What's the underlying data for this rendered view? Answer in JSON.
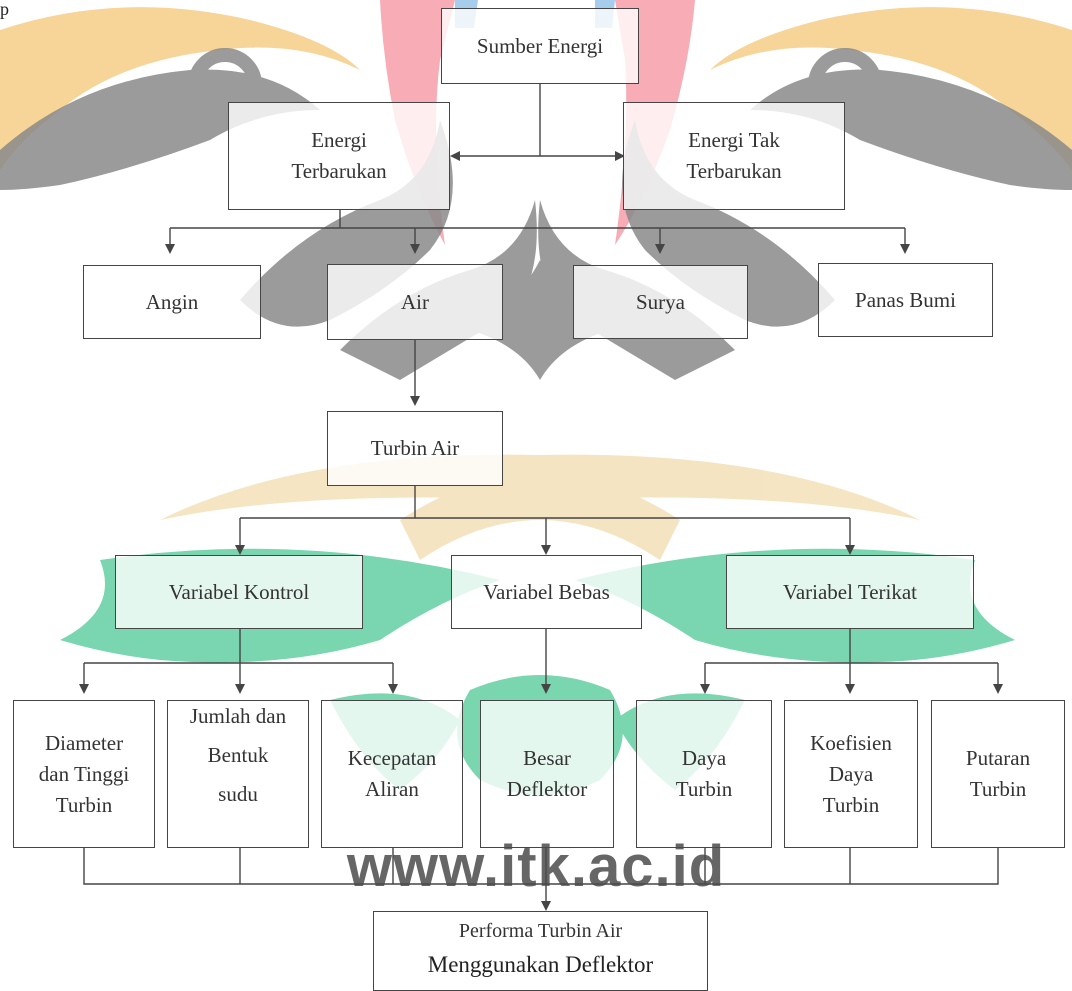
{
  "intro_text": "p",
  "watermark": "www.itk.ac.id",
  "colors": {
    "line": "#454545",
    "wm_gray": "#8a8a8a",
    "wm_orange": "#f6cd86",
    "wm_red": "#f7a3ae",
    "wm_blue": "#9dc8ea",
    "wm_green": "#62cfa2",
    "wm_tan": "#f2dcae"
  },
  "diagram": {
    "sumber": "Sumber Energi",
    "terbarukan": [
      "Energi",
      "Terbarukan"
    ],
    "tak_terbarukan": [
      "Energi Tak",
      "Terbarukan"
    ],
    "angin": "Angin",
    "air": "Air",
    "surya": "Surya",
    "panas_bumi": "Panas Bumi",
    "turbin_air": "Turbin Air",
    "var_kontrol": "Variabel Kontrol",
    "var_bebas": "Variabel Bebas",
    "var_terikat": "Variabel Terikat",
    "diameter": [
      "Diameter",
      "dan Tinggi",
      "Turbin"
    ],
    "jumlah": [
      "Jumlah dan",
      "Bentuk",
      "sudu"
    ],
    "kecepatan": [
      "Kecepatan",
      "Aliran"
    ],
    "besar": [
      "Besar",
      "Deflektor"
    ],
    "daya": [
      "Daya",
      "Turbin"
    ],
    "koefisien": [
      "Koefisien",
      "Daya",
      "Turbin"
    ],
    "putaran": [
      "Putaran",
      "Turbin"
    ],
    "performa": [
      "Performa Turbin Air",
      "Menggunakan Deflektor"
    ]
  }
}
